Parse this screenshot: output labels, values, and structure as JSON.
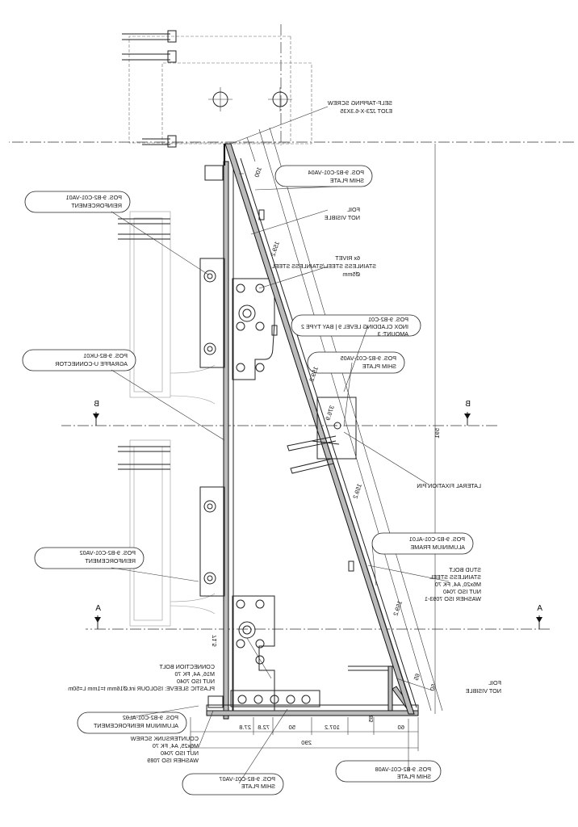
{
  "labels": {
    "self_tapping_1": "SELF-TAPPING SCREW",
    "self_tapping_2": "EJOT JZ3-X-6.3X35",
    "shim04_1": "POS. 9-B2-C01-VA04",
    "shim04_2": "SHIM PLATE",
    "foil_top_1": "FOIL",
    "foil_top_2": "NOT VISIBLE",
    "rivet_1": "6x RIVET",
    "rivet_2": "STAINLESS STEEL/STAINLESS STEEL",
    "rivet_3": "Ø5mm",
    "cladding_1": "POS. 9-B2-C01",
    "cladding_2": "INOX CLADDING LEVEL 9 | BAY TYPE 2",
    "cladding_3": "AMOUNT: 3",
    "shim05_1": "POS. 9-B2-C01-VA05",
    "shim05_2": "SHIM PLATE",
    "lateral_pin": "LATERAL FIXATION PIN",
    "frame_1": "POS. 9-B2-C01-AL01",
    "frame_2": "ALUMINIUM FRAME",
    "stud_1": "STUD BOLT",
    "stud_2": "STAINLESS STEEL",
    "stud_3": "M6x20, A4, FK 70",
    "stud_4": "NUT ISO 7040",
    "stud_5": "WASHER ISO 7093-1",
    "foil_bottom_1": "FOIL",
    "foil_bottom_2": "NOT VISIBLE",
    "shim08_1": "POS. 9-B2-C01-VA08",
    "shim08_2": "SHIM PLATE",
    "shim07_1": "POS. 9-B2-C01-VA07",
    "shim07_2": "SHIM PLATE",
    "countersunk_1": "COUNTERSUNK SCREW",
    "countersunk_2": "M6x25, A4, FK 70",
    "countersunk_3": "NUT ISO 7040",
    "countersunk_4": "WASHER ISO 7089",
    "al02_1": "POS. 9-B2-C01-AL02",
    "al02_2": "ALUMINIUM REINFORCEMENT",
    "connbolt_1": "CONNECTION BOLT",
    "connbolt_2": "M16, A4, FK 70",
    "connbolt_3": "NUT ISO 7040",
    "connbolt_4": "PLASTIC SLEEVE: ISOLOUR int.Ø16mm t=1mm L=50m",
    "va02_1": "POS. 9-B2-C01-VA02",
    "va02_2": "REINFORCEMENT",
    "uk01_1": "POS. 9-B2-UK01",
    "uk01_2": "AGRAFFE U-CONNECTOR",
    "va01_1": "POS. 9-B2-C01-VA01",
    "va01_2": "REINFORCEMENT"
  },
  "sections": {
    "a_left": "A",
    "a_right": "A",
    "b_left": "B",
    "b_right": "B"
  },
  "dimensions": {
    "d100": "100",
    "d159_2_a": "159.2",
    "d159_2_b": "159.2",
    "d159_2_c": "159.2",
    "d159_2_d": "159.2",
    "d376_9": "376.9",
    "d50_diag": "50",
    "d65": "65",
    "d591": "591",
    "d85": "85",
    "d60": "60",
    "d107_2": "107.2",
    "d50_b": "50",
    "d72_8": "72.8",
    "d27_8": "27.8",
    "d290": "290",
    "d71_5": "71.5"
  }
}
